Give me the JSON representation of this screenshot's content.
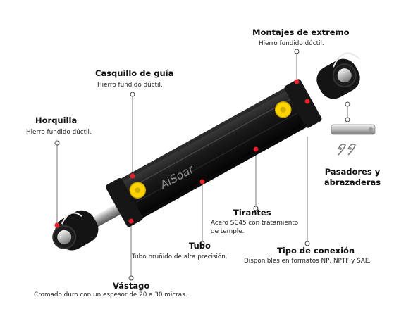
{
  "colors": {
    "body": "#111111",
    "marker_red": "#e4212b",
    "yellow_cap": "#ffd400",
    "leader": "#555555",
    "pin_silver": "#cfcfcf"
  },
  "brand": "AiSoar",
  "callouts": {
    "montajes": {
      "title": "Montajes de extremo",
      "desc": "Hierro fundido dúctil."
    },
    "casquillo": {
      "title": "Casquillo de guía",
      "desc": "Hierro fundido dúctil."
    },
    "horquilla": {
      "title": "Horquilla",
      "desc": "Hierro fundido dúctil."
    },
    "pasadores": {
      "title_line1": "Pasadores y",
      "title_line2": "abrazaderas"
    },
    "tirantes": {
      "title": "Tirantes",
      "desc_line1": "Acero SC45 con tratamiento",
      "desc_line2": "de temple."
    },
    "tubo": {
      "title": "Tubo",
      "desc": "Tubo bruñido de alta precisión."
    },
    "conexion": {
      "title": "Tipo de conexión",
      "desc": "Disponibles en formatos NP, NPTF y SAE."
    },
    "vastago": {
      "title": "Vástago",
      "desc": "Cromado duro con un espesor de 20 a 30 micras."
    }
  }
}
